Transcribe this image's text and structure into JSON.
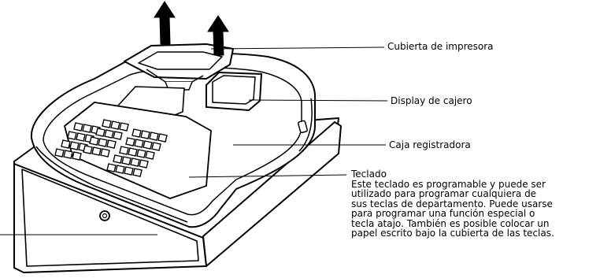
{
  "callouts": {
    "printer_cover": "Cubierta de impresora",
    "cashier_display": "Display de cajero",
    "register_body": "Caja registradora",
    "keyboard_title": "Teclado",
    "keyboard_description": "Este teclado es programable y puede ser\nutilizado para programar cualquiera de\nsus teclas de departamento. Puede usarse\npara programar una función especial o\ntecla atajo. También es posible colocar un\npapel escrito bajo la cubierta de las teclas."
  },
  "icons": {
    "lift_arrows": "up-arrow-icon"
  },
  "colors": {
    "line": "#000000",
    "background": "#ffffff"
  }
}
